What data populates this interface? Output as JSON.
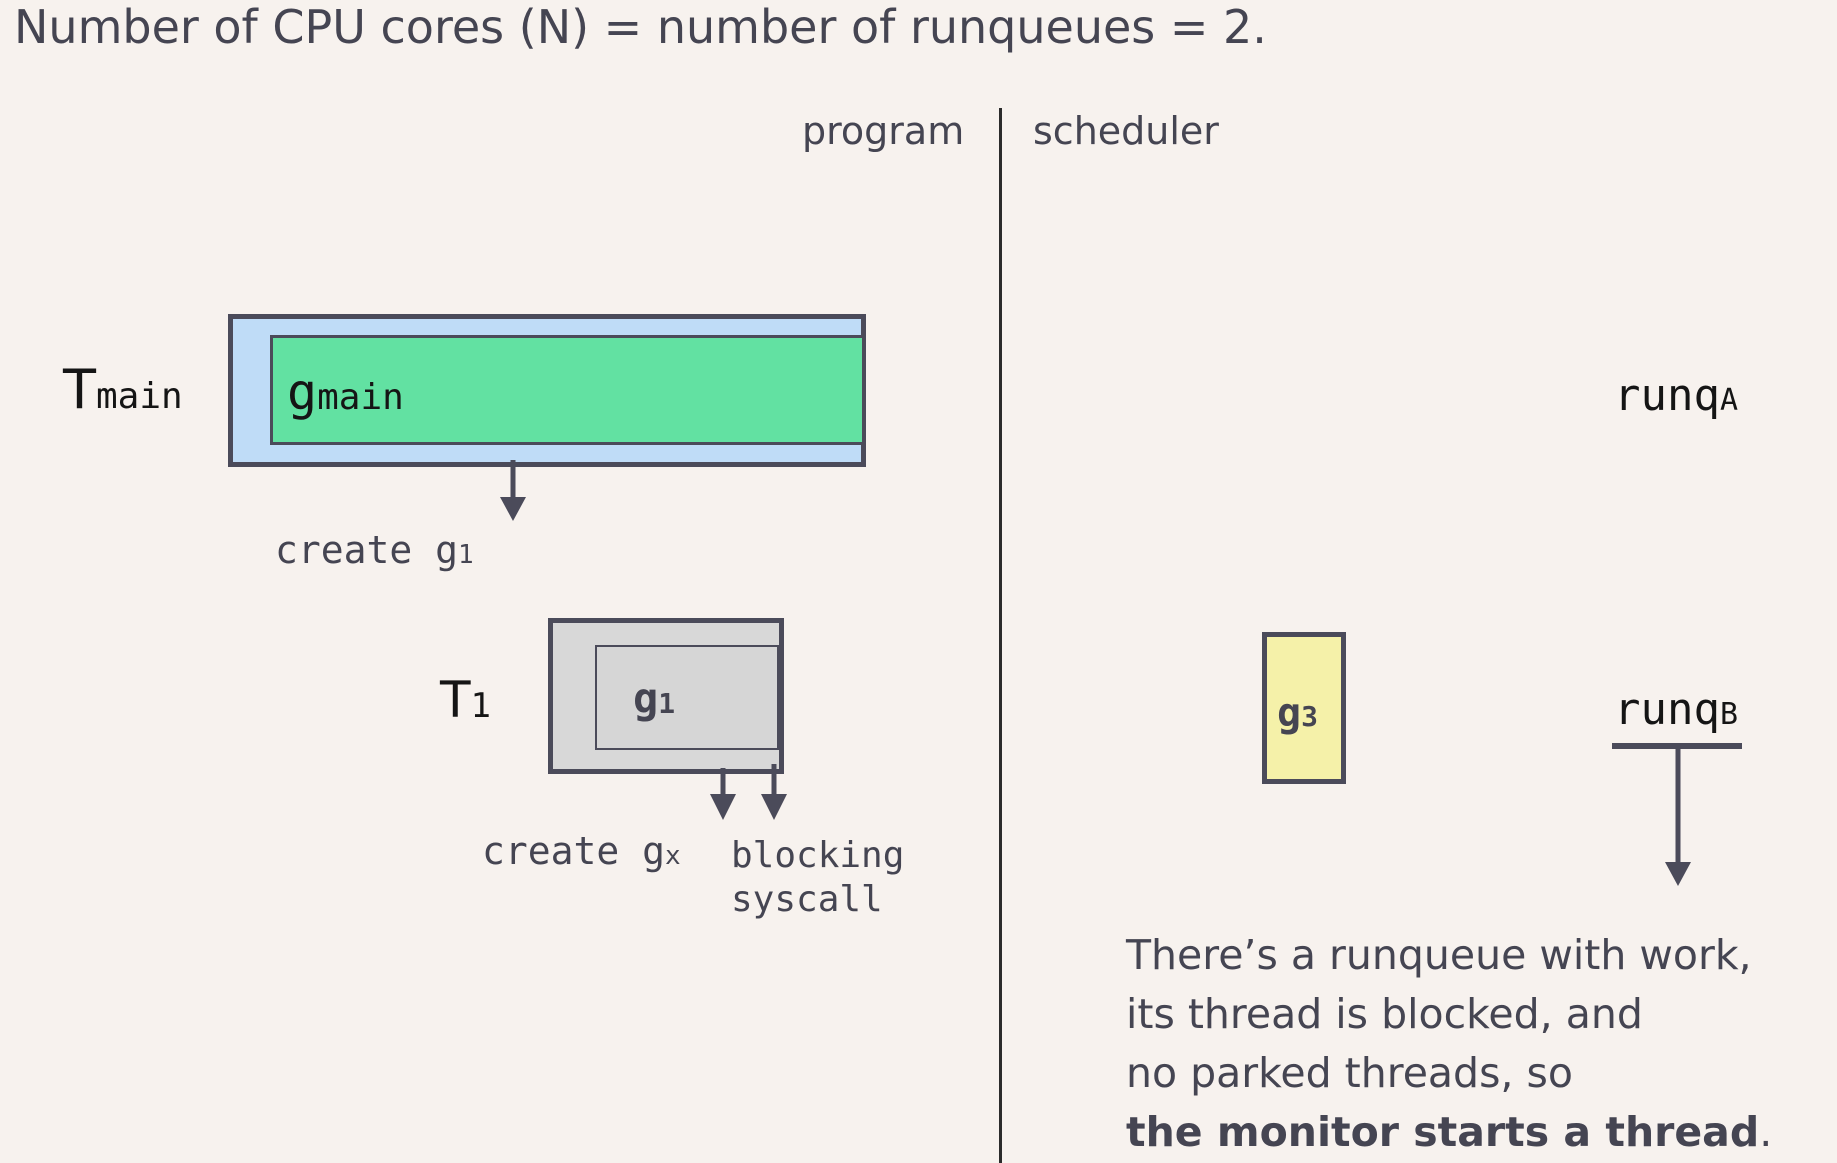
{
  "title": "Number of CPU cores (N) = number of runqueues = 2.",
  "sections": {
    "program": "program",
    "scheduler": "scheduler"
  },
  "threads": {
    "tmain": {
      "base": "T",
      "sub": "main"
    },
    "t1": {
      "base": "T",
      "sub": "1"
    }
  },
  "goroutines": {
    "gmain": {
      "base": "g",
      "sub": "main"
    },
    "g1": {
      "base": "g",
      "sub": "1"
    },
    "g3": {
      "base": "g",
      "sub": "3"
    }
  },
  "actions": {
    "create_g1": {
      "text": "create g",
      "sub": "1"
    },
    "create_gx": {
      "text": "create g",
      "sub": "x"
    },
    "blocking_line1": "blocking",
    "blocking_line2": "syscall"
  },
  "runqueues": {
    "a": {
      "base": "runq",
      "sub": "A"
    },
    "b": {
      "base": "runq",
      "sub": "B"
    }
  },
  "note": {
    "line1": "There’s a runqueue with work,",
    "line2": "its thread is blocked, and",
    "line3": "no parked threads, so",
    "line4_bold": "the monitor starts a thread",
    "line4_end": "."
  },
  "colors": {
    "background": "#f7f2ee",
    "thread_main": "#bfdcf7",
    "goroutine_main": "#62e1a2",
    "thread_1": "#d8d8d8",
    "goroutine_3": "#f5f1a9",
    "stroke": "#4b4b5a"
  }
}
